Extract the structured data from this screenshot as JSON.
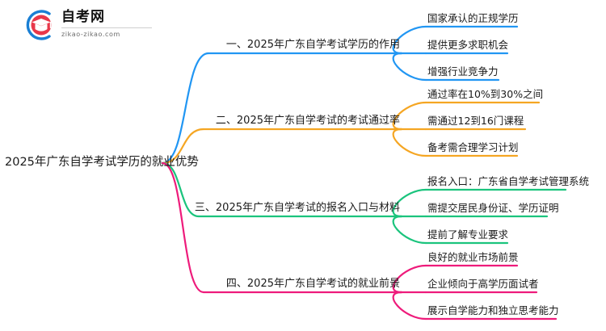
{
  "logo": {
    "mark_name": "zikao-logo-icon",
    "title": "自考网",
    "subtitle": "zikao-zikao.com",
    "arc_color": "#1a7fd4",
    "cap_color": "#e8374a"
  },
  "mindmap": {
    "root": {
      "label": "2025年广东自学考试学历的就业优势"
    },
    "branches": [
      {
        "label": "一、2025年广东自学考试学历的作用",
        "color": "#2196f3",
        "leaves": [
          "国家承认的正规学历",
          "提供更多求职机会",
          "增强行业竞争力"
        ]
      },
      {
        "label": "二、2025年广东自学考试的考试通过率",
        "color": "#f5a623",
        "leaves": [
          "通过率在10%到30%之间",
          "需通过12到16门课程",
          "备考需合理学习计划"
        ]
      },
      {
        "label": "三、2025年广东自学考试的报名入口与材料",
        "color": "#1bc47d",
        "leaves": [
          "报名入口：广东省自学考试管理系统",
          "需提交居民身份证、学历证明",
          "提前了解专业要求"
        ]
      },
      {
        "label": "四、2025年广东自学考试的就业前景",
        "color": "#ee1b7b",
        "leaves": [
          "良好的就业市场前景",
          "企业倾向于高学历面试者",
          "展示自学能力和独立思考能力"
        ]
      }
    ]
  }
}
